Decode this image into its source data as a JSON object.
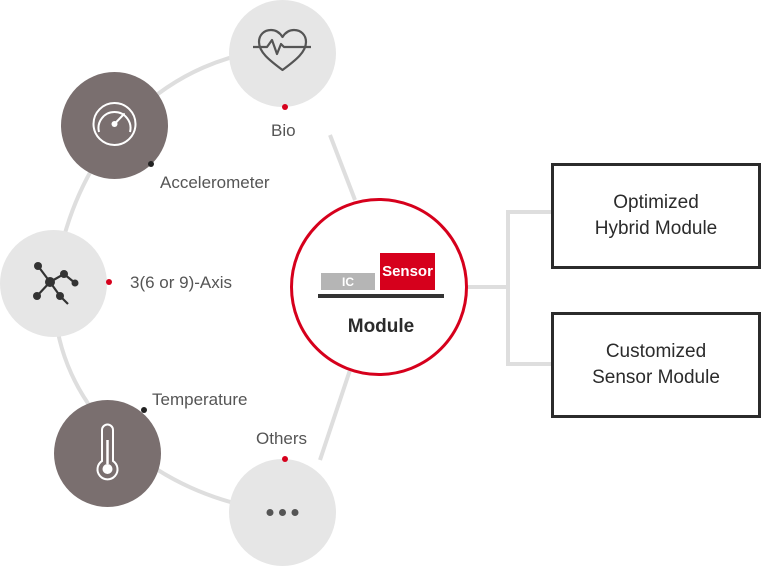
{
  "sensors": {
    "bio": "Bio",
    "accelerometer": "Accelerometer",
    "axis": "3(6 or 9)-Axis",
    "temperature": "Temperature",
    "others": "Others"
  },
  "module": {
    "ic_label": "IC",
    "sensor_label": "Sensor",
    "title": "Module"
  },
  "outputs": [
    {
      "line1": "Optimized",
      "line2": "Hybrid Module"
    },
    {
      "line1": "Customized",
      "line2": "Sensor Module"
    }
  ],
  "colors": {
    "accent": "#d6001c",
    "dark_node": "#7a6f6f",
    "light_node": "#e6e6e6",
    "ring": "#dedede",
    "icon_dark_stroke": "#ffffff",
    "icon_light_stroke": "#555555"
  },
  "icons": {
    "bio": "heart-pulse-icon",
    "accelerometer": "gauge-icon",
    "axis": "network-nodes-icon",
    "temperature": "thermometer-icon",
    "others": "ellipsis-icon"
  }
}
